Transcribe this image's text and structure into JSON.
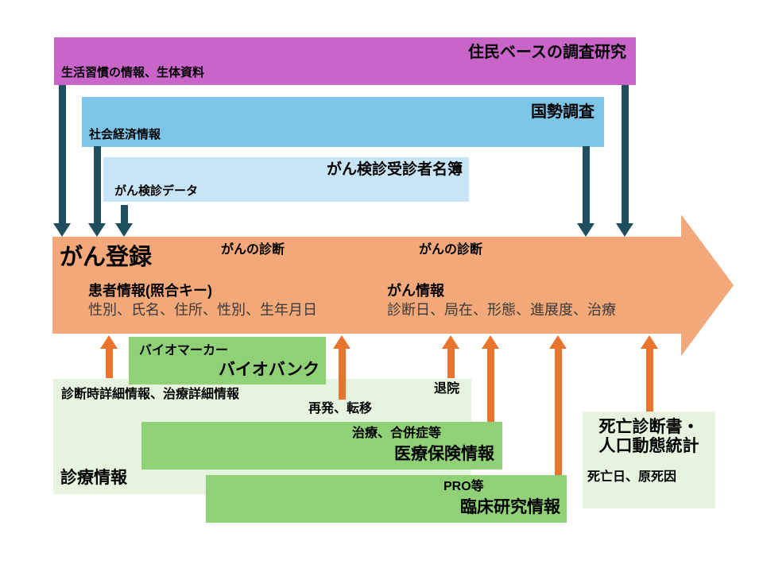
{
  "colors": {
    "magenta": "#C965C9",
    "blue": "#7DC5E8",
    "pale_blue": "#C7E5F4",
    "orange_light": "#F2A878",
    "orange": "#E8742E",
    "teal": "#1F4E5F",
    "green": "#90D177",
    "light_green": "#E7F3DF",
    "text": "#000000",
    "text_muted": "#3A3A3A"
  },
  "bars": {
    "population_study": {
      "title": "住民ベースの調査研究",
      "sublabel": "生活習慣の情報、生体資料"
    },
    "census": {
      "title": "国勢調査",
      "sublabel": "社会経済情報"
    },
    "screening_roster": {
      "title": "がん検診受診者名簿",
      "sublabel": "がん検診データ"
    }
  },
  "registry": {
    "title": "がん登録",
    "diagnosis_label_left": "がんの診断",
    "diagnosis_label_right": "がんの診断",
    "patient_info": {
      "heading": "患者情報(照合キー)",
      "detail": "性別、氏名、住所、性別、生年月日"
    },
    "cancer_info": {
      "heading": "がん情報",
      "detail": "診断日、局在、形態、進展度、治療"
    }
  },
  "boxes": {
    "biobank": {
      "label": "バイオマーカー",
      "title": "バイオバンク"
    },
    "clinical_care": {
      "detail": "診断時詳細情報、治療詳細情報",
      "discharge_label": "退院",
      "recurrence_label": "再発、転移",
      "title": "診療情報"
    },
    "insurance": {
      "label": "治療、合併症等",
      "title": "医療保険情報"
    },
    "clinical_research": {
      "label": "PRO等",
      "title": "臨床研究情報"
    },
    "death_stats": {
      "title_line1": "死亡診断書・",
      "title_line2": "人口動態統計",
      "sublabel": "死亡日、原死因"
    }
  }
}
